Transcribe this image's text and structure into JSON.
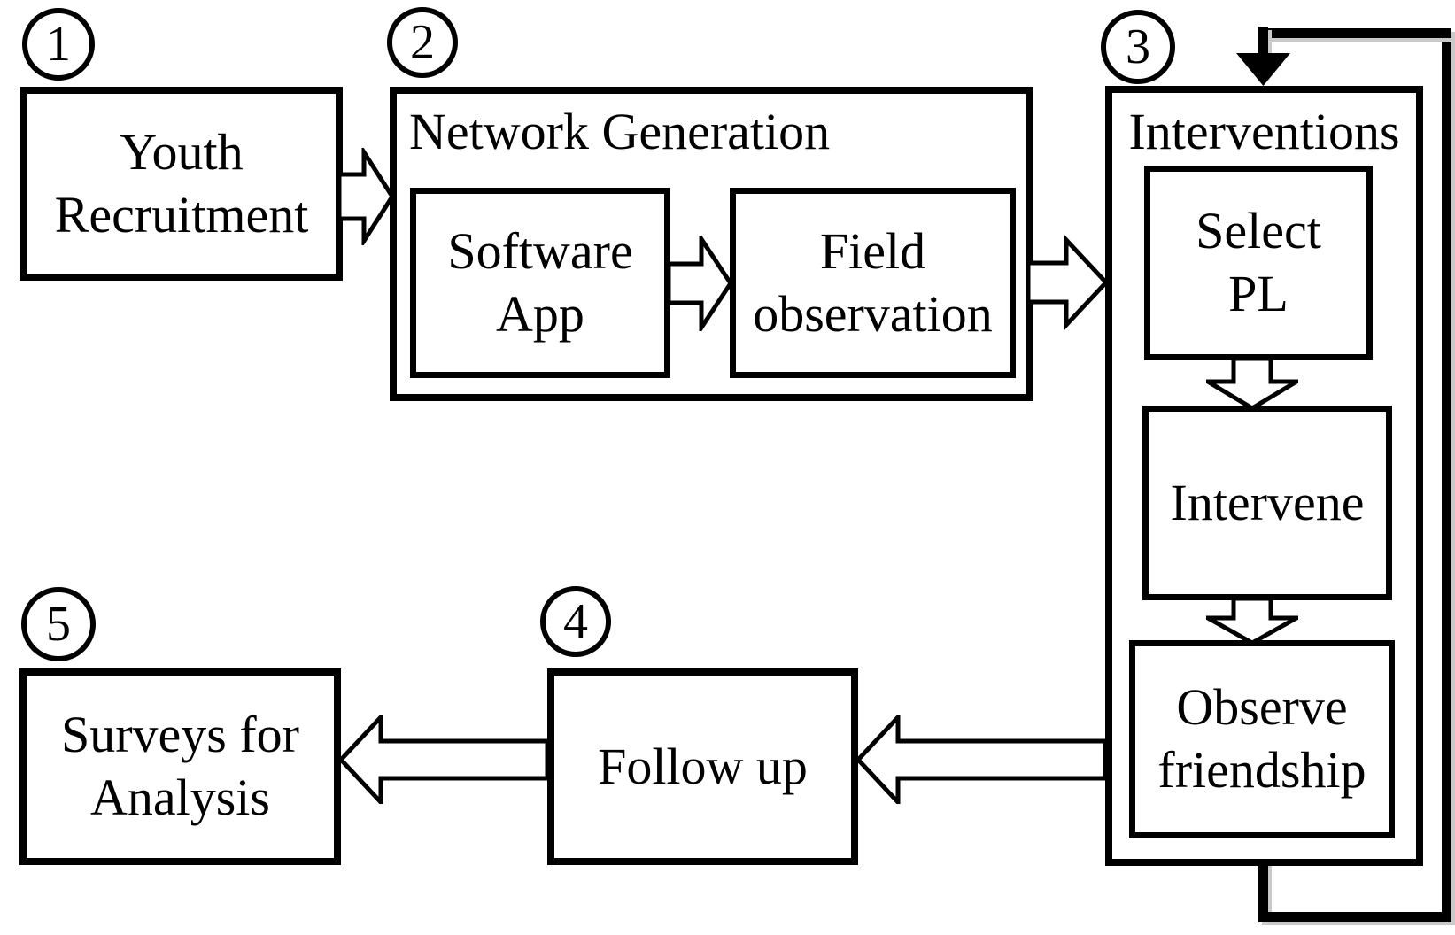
{
  "diagram": {
    "type": "flowchart",
    "background": "#ffffff",
    "ink_color": "#000000",
    "shadow_color": "#c9c9c9"
  },
  "nodes": {
    "youth_recruitment": {
      "step": "1",
      "label": "Youth\nRecruitment"
    },
    "network_generation": {
      "step": "2",
      "title": "Network Generation"
    },
    "software_app": {
      "label": "Software\nApp"
    },
    "field_observation": {
      "label": "Field\nobservation"
    },
    "interventions": {
      "step": "3",
      "title": "Interventions"
    },
    "select_pl": {
      "label": "Select\nPL"
    },
    "intervene": {
      "label": "Intervene"
    },
    "observe_friendship": {
      "label": "Observe\nfriendship"
    },
    "follow_up": {
      "step": "4",
      "label": "Follow up"
    },
    "surveys_for_analysis": {
      "step": "5",
      "label": "Surveys for\nAnalysis"
    }
  },
  "edges": [
    {
      "from": "Youth Recruitment",
      "to": "Network Generation",
      "style": "hollow-arrow",
      "direction": "right"
    },
    {
      "from": "Software App",
      "to": "Field observation",
      "style": "hollow-arrow",
      "direction": "right"
    },
    {
      "from": "Network Generation",
      "to": "Interventions",
      "style": "hollow-arrow",
      "direction": "right"
    },
    {
      "from": "Select PL",
      "to": "Intervene",
      "style": "hollow-arrow",
      "direction": "down"
    },
    {
      "from": "Intervene",
      "to": "Observe friendship",
      "style": "hollow-arrow",
      "direction": "down"
    },
    {
      "from": "Interventions",
      "to": "Follow up",
      "style": "hollow-arrow",
      "direction": "left"
    },
    {
      "from": "Follow up",
      "to": "Surveys for Analysis",
      "style": "hollow-arrow",
      "direction": "left"
    },
    {
      "from": "Interventions (bottom)",
      "to": "Interventions (top)",
      "style": "solid-line-loop",
      "direction": "feedback"
    }
  ]
}
